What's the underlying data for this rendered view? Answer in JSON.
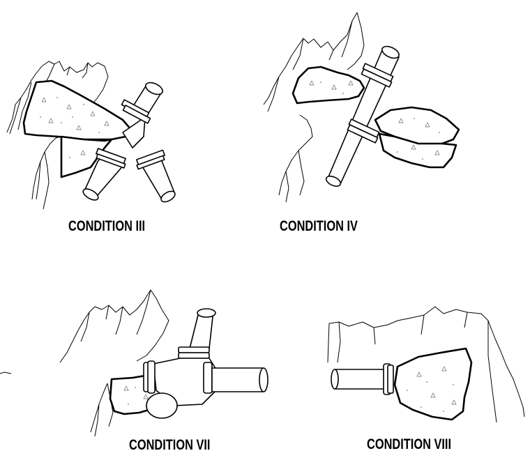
{
  "conditions": [
    {
      "label": "CONDITION III"
    },
    {
      "label": "CONDITION IV"
    },
    {
      "label": "CONDITION VII"
    },
    {
      "label": "CONDITION VIII"
    }
  ]
}
